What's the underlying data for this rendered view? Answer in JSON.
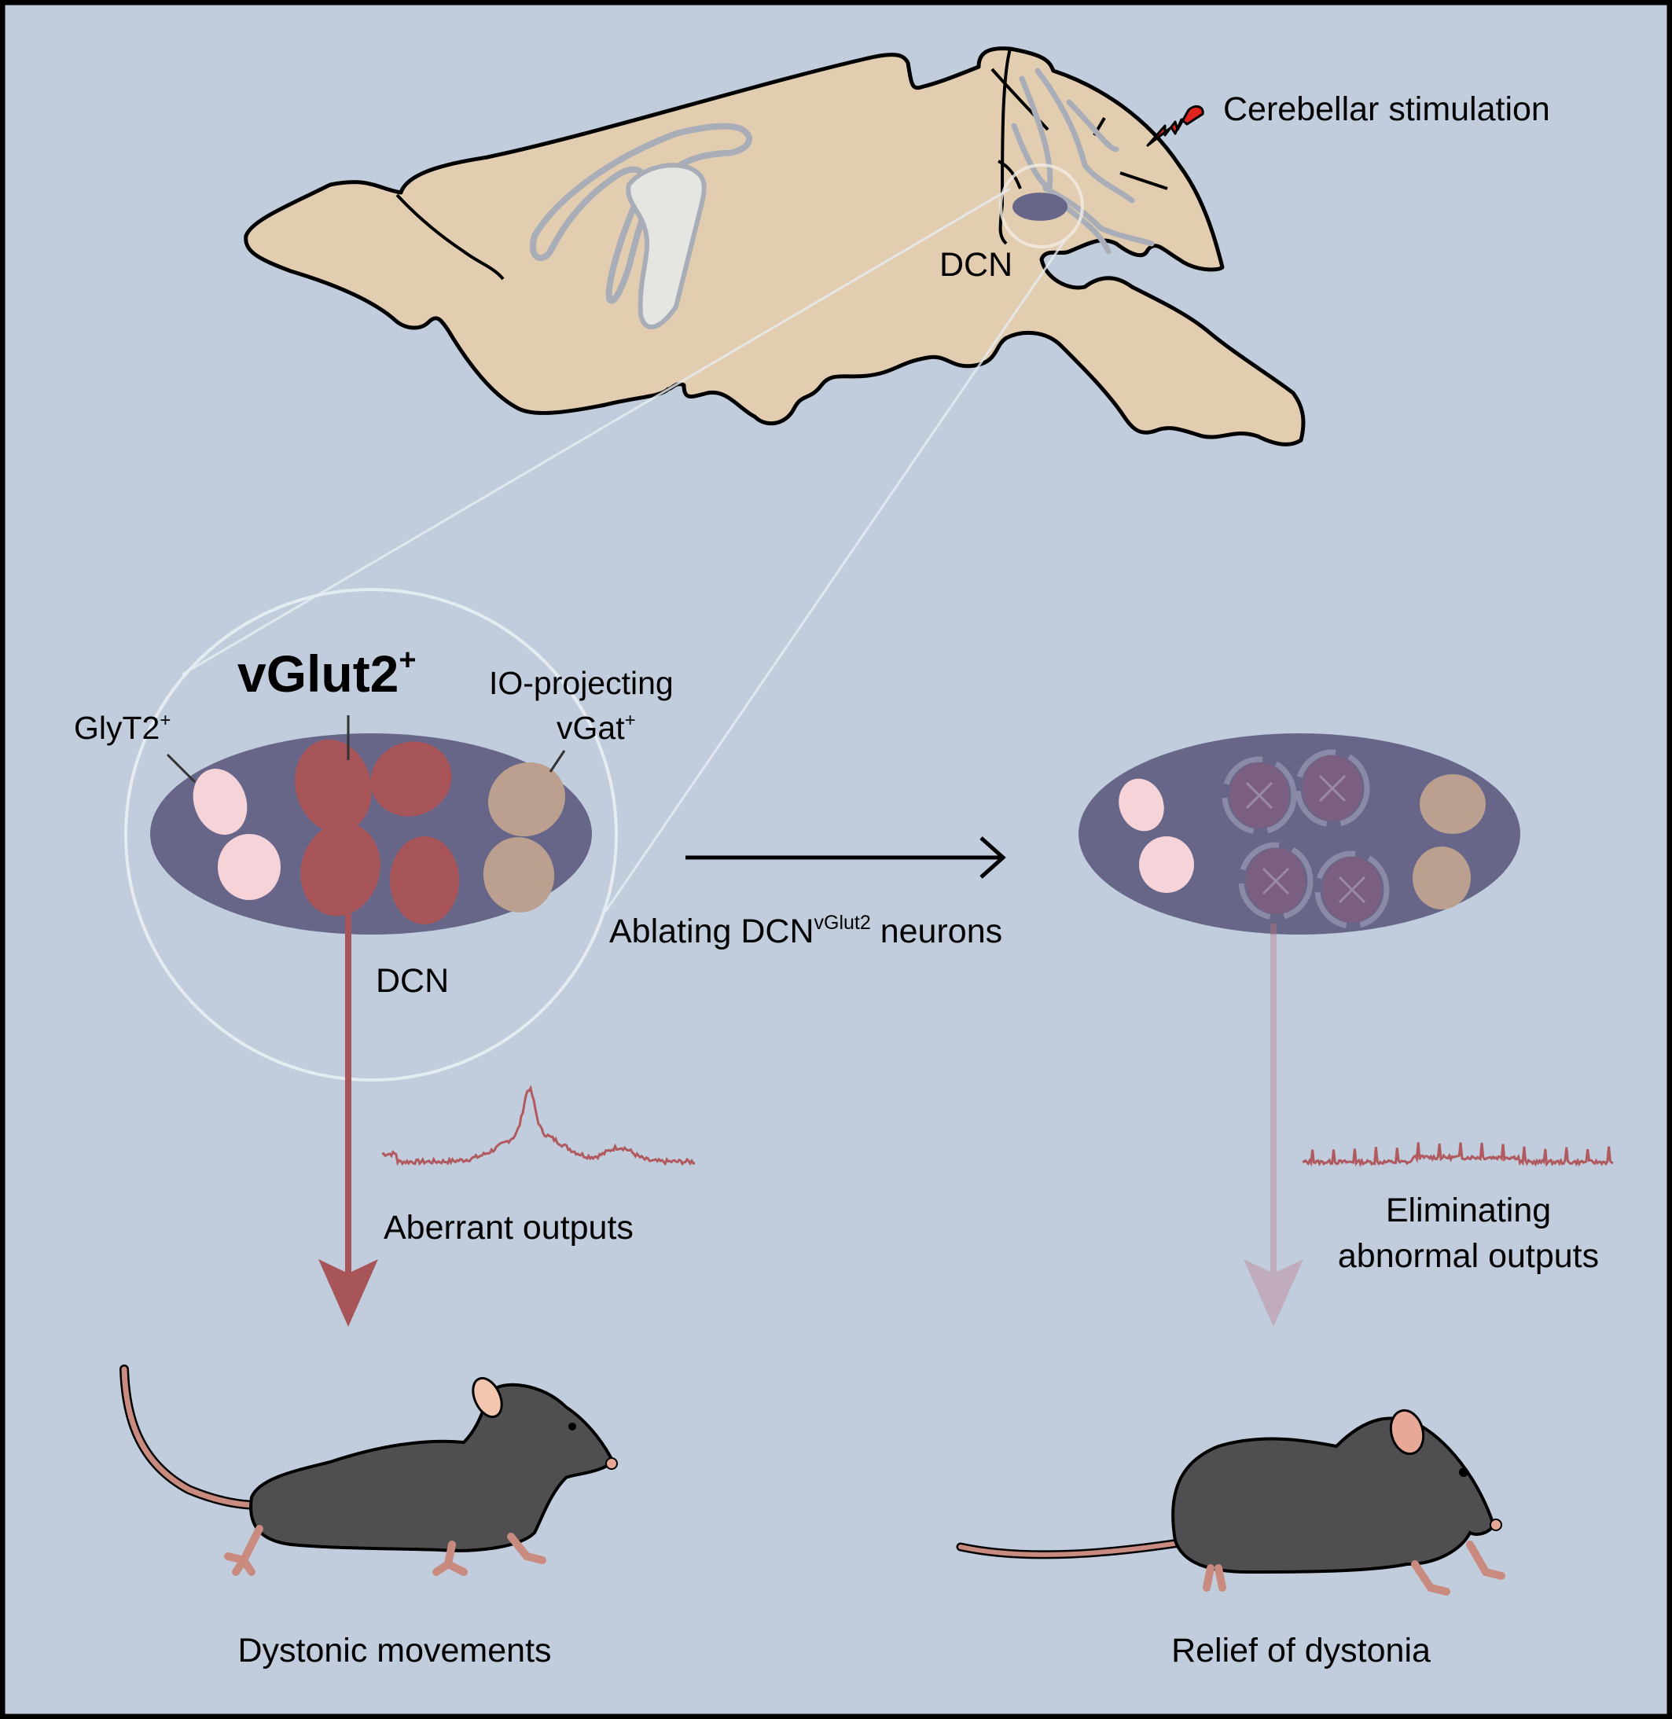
{
  "figure": {
    "background": "#c1cddc",
    "border_color": "#000000",
    "colors": {
      "brain_fill": "#e2cdb0",
      "ventricle_fill": "#e5e6e2",
      "fiber_stroke": "#a9adb8",
      "dcn_fill": "#676689",
      "vglut2_fill": "#a8555a",
      "glyt2_fill": "#f5d3d9",
      "vgat_fill": "#bba090",
      "trace_color": "#b05a60",
      "stimulation_bolt": "#e0231c",
      "mouse_body": "#4f4f51",
      "mouse_skin": "#c98b7f"
    }
  },
  "brain": {
    "stimulation_label": "Cerebellar stimulation",
    "dcn_label": "DCN"
  },
  "left_panel": {
    "vglut2_label": "vGlut2",
    "vglut2_sup": "+",
    "glyt2_label": "GlyT2",
    "glyt2_sup": "+",
    "io_label_line1": "IO-projecting",
    "io_label_line2": "vGat",
    "io_label_sup": "+",
    "dcn_label": "DCN",
    "output_label": "Aberrant outputs",
    "outcome_label": "Dystonic movements"
  },
  "transition": {
    "label_pre": "Ablating DCN",
    "label_sup": "vGlut2",
    "label_post": " neurons"
  },
  "right_panel": {
    "output_label_line1": "Eliminating",
    "output_label_line2": "abnormal outputs",
    "outcome_label": "Relief of dystonia"
  }
}
